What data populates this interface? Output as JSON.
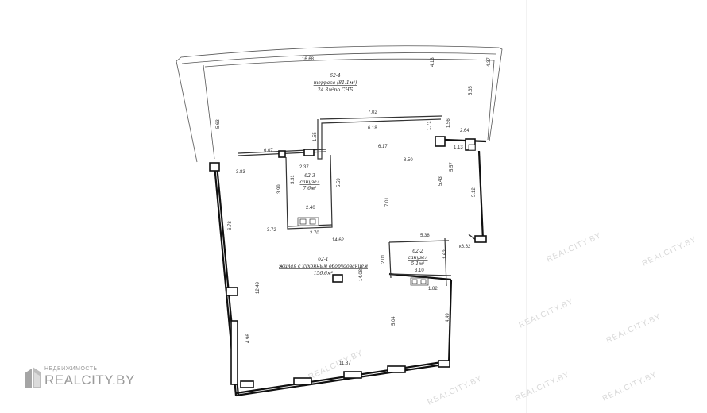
{
  "rooms": {
    "terrace": {
      "id": "62-4",
      "name": "терраса (81.1м²)",
      "note": "24.3м²по СНБ"
    },
    "bathroom_large": {
      "id": "62-3",
      "name": "санузел",
      "area": "7.6м²"
    },
    "bathroom_small": {
      "id": "62-2",
      "name": "санузел",
      "area": "5.1м²"
    },
    "living": {
      "id": "62-1",
      "name": "жилая с кухонным оборудованием",
      "area": "156.6м²"
    }
  },
  "dimensions": {
    "d1668": "16.68",
    "d413": "4.13",
    "d437": "4.37",
    "d565": "5.65",
    "d563": "5.63",
    "d702": "7.02",
    "d618": "6.18",
    "d171": "1.71",
    "d156": "1.56",
    "d264": "2.64",
    "d113": "1.13",
    "d607": "6.07",
    "d155": "1.55",
    "d617": "6.17",
    "d850": "8.50",
    "d557": "5.57",
    "d383": "3.83",
    "d237": "2.37",
    "d399": "3.99",
    "d331": "3.31",
    "d559": "5.59",
    "d543": "5.43",
    "d512": "5.12",
    "d240": "2.40",
    "d701": "7.01",
    "d678": "6.78",
    "d372": "3.72",
    "d270": "2.70",
    "d1462": "14.62",
    "d538": "5.38",
    "d662": "к6.62",
    "d201": "2.01",
    "d162": "1.62",
    "d310": "3.10",
    "d182": "1.82",
    "d1249": "12.49",
    "d1408": "14.08",
    "d449": "4.49",
    "d504": "5.04",
    "d496": "4.96",
    "d1187": "11.87"
  },
  "watermark": {
    "text": "REALCITY.BY"
  },
  "logo": {
    "small": "НЕДВИЖИМОСТЬ",
    "big": "REALCITY.BY",
    "icon": "building-logo-icon"
  },
  "colors": {
    "wall": "#111111",
    "line": "#555555",
    "watermark": "#d9d9d9",
    "logo": "#9a9a9a"
  }
}
